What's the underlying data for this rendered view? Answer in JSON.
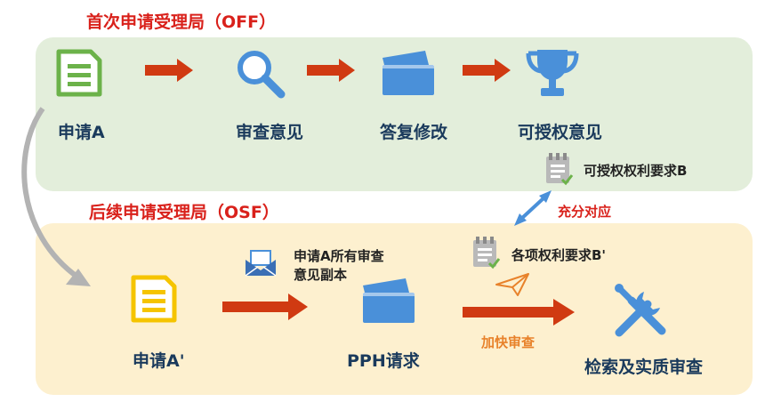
{
  "off": {
    "title": "首次申请受理局（OFF）",
    "steps": [
      "申请A",
      "审查意见",
      "答复修改",
      "可授权意见"
    ],
    "claims_label": "可授权权利要求B"
  },
  "osf": {
    "title": "后续申请受理局（OSF）",
    "application_label": "申请A'",
    "copy_label_line1": "申请A所有审查",
    "copy_label_line2": "意见副本",
    "pph_label": "PPH请求",
    "claims_label": "各项权利要求B'",
    "accelerate_label": "加快审查",
    "final_label": "检索及实质审查"
  },
  "correspondence_label": "充分对应",
  "colors": {
    "off_panel": "#e3eedb",
    "osf_panel": "#fdf0cf",
    "arrow_red": "#d03a12",
    "title_red": "#d9211b",
    "icon_blue": "#4a90d9",
    "icon_green": "#6cb24a",
    "icon_yellow": "#f5c400",
    "accent_orange": "#e8822b"
  }
}
